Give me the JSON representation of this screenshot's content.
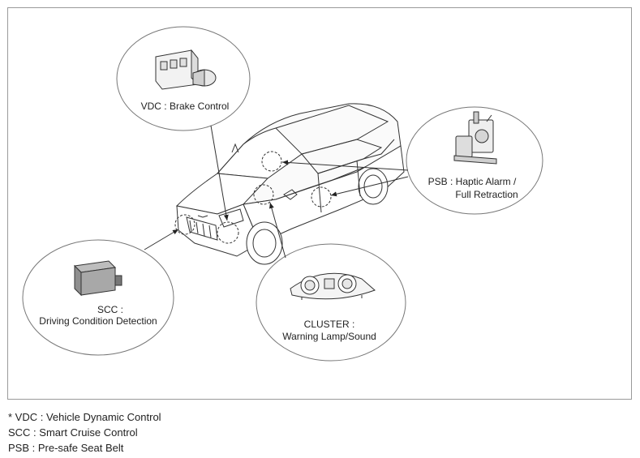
{
  "callouts": {
    "vdc": {
      "line1": "VDC : Brake Control"
    },
    "psb": {
      "line1": "PSB : Haptic Alarm /",
      "line2": "Full Retraction"
    },
    "scc": {
      "line1": "SCC :",
      "line2": "Driving Condition Detection"
    },
    "cluster": {
      "line1": "CLUSTER :",
      "line2": "Warning Lamp/Sound"
    }
  },
  "footnotes": [
    "* VDC : Vehicle Dynamic Control",
    "SCC : Smart Cruise Control",
    "PSB : Pre-safe Seat Belt"
  ]
}
